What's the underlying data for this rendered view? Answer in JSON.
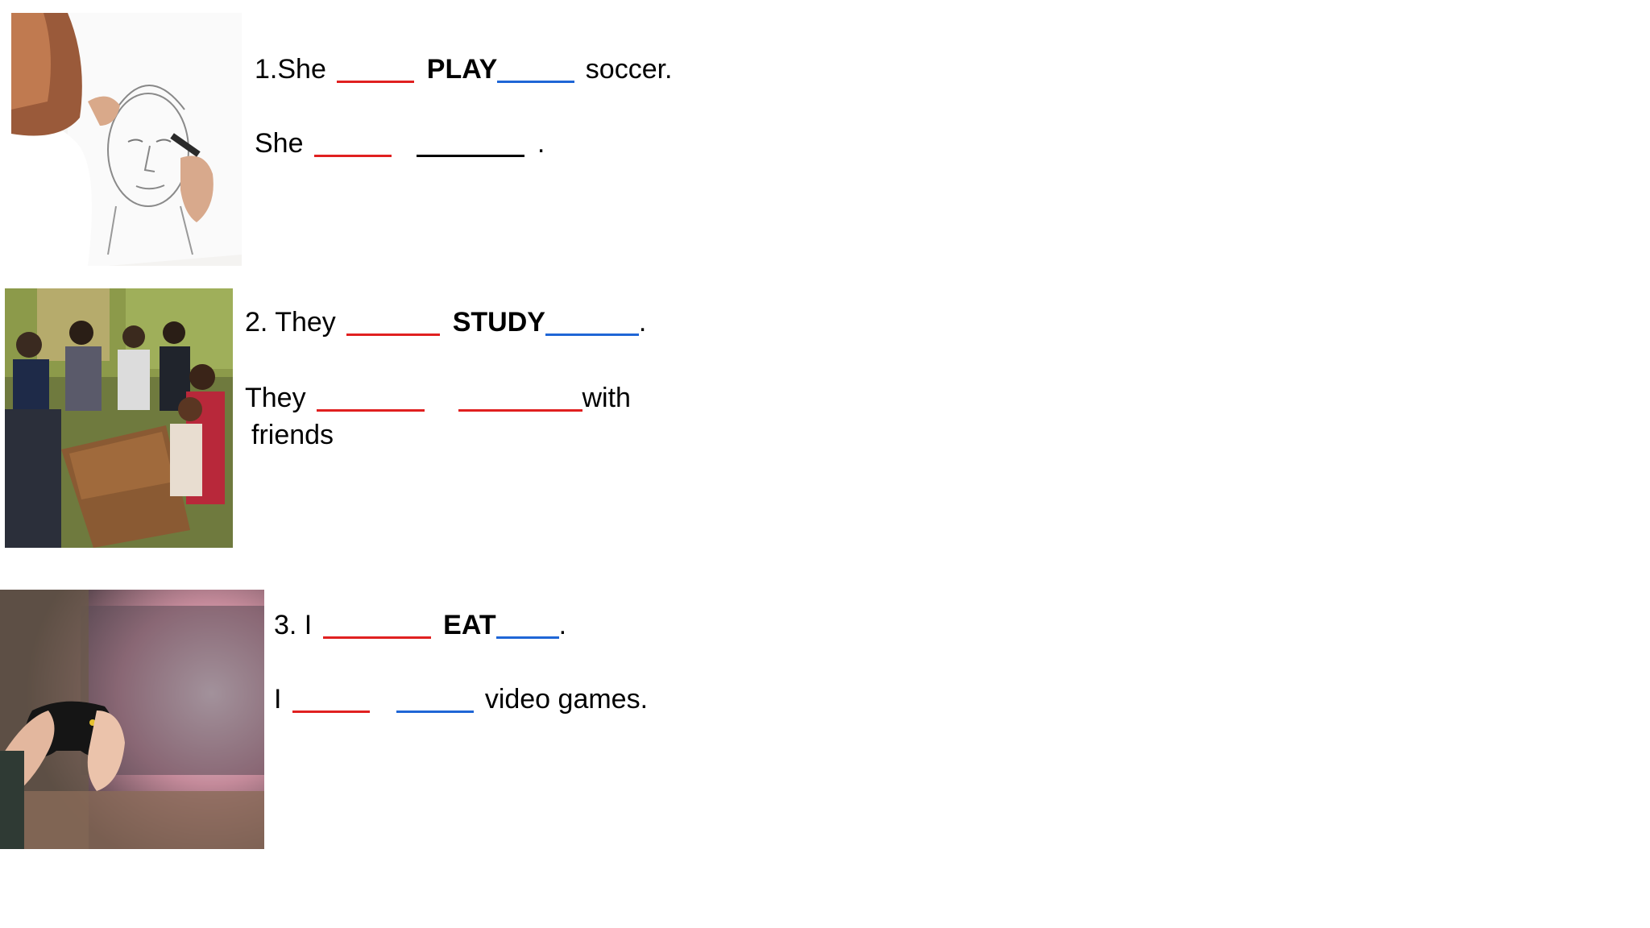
{
  "q1": {
    "prompt": {
      "text_a": "1.She",
      "verb": "PLAY",
      "text_b": "soccer."
    },
    "answer": {
      "text_a": "She",
      "text_b": "."
    }
  },
  "q2": {
    "prompt": {
      "text_a": "2. They",
      "verb": "STUDY",
      "text_b": "."
    },
    "answer": {
      "text_a": "They",
      "text_b": "with",
      "text_c": "friends"
    }
  },
  "q3": {
    "prompt": {
      "text_a": "3. I",
      "verb": "EAT",
      "text_b": "."
    },
    "answer": {
      "text_a": "I",
      "text_b": "video games."
    }
  },
  "colors": {
    "blank_red": "#e02020",
    "blank_blue": "#1f66d6",
    "blank_black": "#000000"
  }
}
